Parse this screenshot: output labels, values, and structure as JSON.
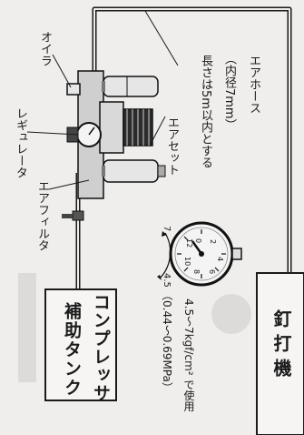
{
  "labels": {
    "oiler": "オイラ",
    "regulator": "レギュレータ",
    "air_filter": "エアフィルタ",
    "air_set": "エアセット",
    "hose_title": "エアホース",
    "hose_diameter": "（内径7mm）",
    "hose_length": "長さは5m以内とする",
    "compressor_line1": "コンプレッサ",
    "compressor_line2": "補助タンク",
    "nailer": "釘 打 機",
    "pressure_line1": "4.5～7kgf/cm² で使用",
    "pressure_line2": "（0.44～0.69MPa）"
  },
  "gauge": {
    "range_low": "4.5",
    "range_high": "7",
    "dial_numbers": [
      "0",
      "2",
      "4",
      "6",
      "8",
      "10",
      "12"
    ]
  },
  "colors": {
    "ink": "#1b1b1b",
    "paper": "#efeeec"
  }
}
